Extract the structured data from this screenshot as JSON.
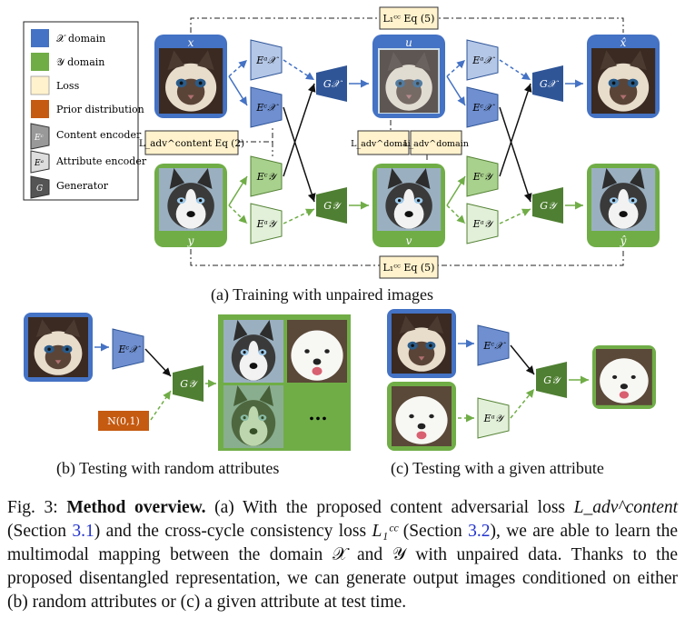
{
  "legend": {
    "items": [
      {
        "label": "𝒳 domain",
        "color": "#4472c4"
      },
      {
        "label": "𝒴 domain",
        "color": "#70ad47"
      },
      {
        "label": "Loss",
        "color": "#fff2cc"
      },
      {
        "label": "Prior distribution",
        "color": "#c55a11"
      },
      {
        "label": "Content encoder",
        "symbol": "Eᶜ"
      },
      {
        "label": "Attribute encoder",
        "symbol": "Eᵃ"
      },
      {
        "label": "Generator",
        "symbol": "G"
      }
    ]
  },
  "panel_a": {
    "image_labels": {
      "x": "x",
      "u": "u",
      "x_hat": "x̂",
      "y": "y",
      "v": "v",
      "y_hat": "ŷ"
    },
    "loss_cc_top": "L₁ᶜᶜ Eq (5)",
    "loss_cc_bottom": "L₁ᶜᶜ Eq (5)",
    "loss_content": "L_adv^content Eq (2)",
    "loss_domain_1": "L_adv^domain",
    "loss_domain_2": "L_adv^domain",
    "modules": {
      "ecx": "Eᶜ𝒳",
      "eax": "Eᵃ𝒳",
      "ecy": "Eᶜ𝒴",
      "eay": "Eᵃ𝒴",
      "gx": "G𝒳",
      "gy": "G𝒴"
    },
    "caption": "(a) Training with unpaired images"
  },
  "panel_b": {
    "prior_label": "N(0,1)",
    "ellipsis": "...",
    "caption": "(b) Testing with random attributes"
  },
  "panel_c": {
    "caption": "(c) Testing with a given attribute"
  },
  "figure_caption": {
    "fig_label": "Fig. 3:",
    "title": "Method overview.",
    "text_1": "(a) With the proposed content adversarial loss",
    "loss_content": "L_adv^content",
    "text_2": "(Section",
    "ref_1": "3.1",
    "text_3": ") and the cross-cycle consistency loss",
    "loss_cc": "L₁ᶜᶜ",
    "text_4": "(Section",
    "ref_2": "3.2",
    "text_5": "), we are able to learn the multimodal mapping between the domain 𝒳 and 𝒴 with unpaired data. Thanks to the proposed disentangled representation, we can generate output images conditioned on either (b) random attributes or (c) a given attribute at test time."
  }
}
